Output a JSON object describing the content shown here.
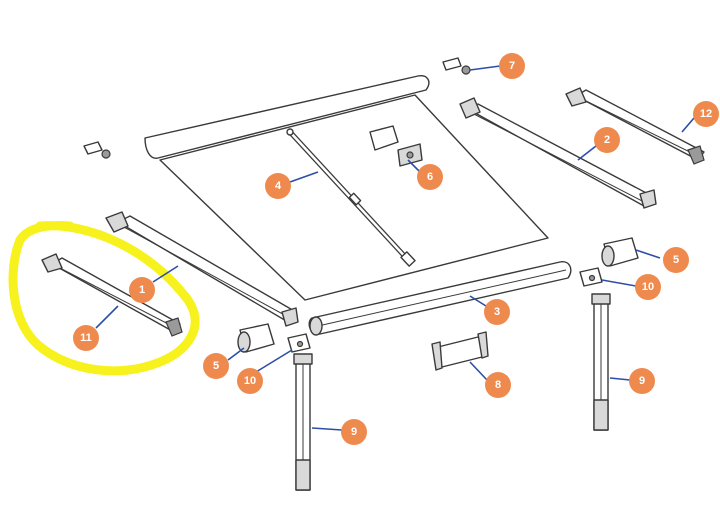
{
  "colors": {
    "callout": "#ef8a4f",
    "leader": "#2d4ea6",
    "highlight": "#f7f21d",
    "line": "#3a3a3a"
  },
  "callouts": [
    {
      "id": "c1",
      "label": "1"
    },
    {
      "id": "c2",
      "label": "2"
    },
    {
      "id": "c3",
      "label": "3"
    },
    {
      "id": "c4",
      "label": "4"
    },
    {
      "id": "c5a",
      "label": "5"
    },
    {
      "id": "c5b",
      "label": "5"
    },
    {
      "id": "c6",
      "label": "6"
    },
    {
      "id": "c7",
      "label": "7"
    },
    {
      "id": "c8",
      "label": "8"
    },
    {
      "id": "c9a",
      "label": "9"
    },
    {
      "id": "c9b",
      "label": "9"
    },
    {
      "id": "c10a",
      "label": "10"
    },
    {
      "id": "c10b",
      "label": "10"
    },
    {
      "id": "c11",
      "label": "11"
    },
    {
      "id": "c12",
      "label": "12"
    }
  ]
}
